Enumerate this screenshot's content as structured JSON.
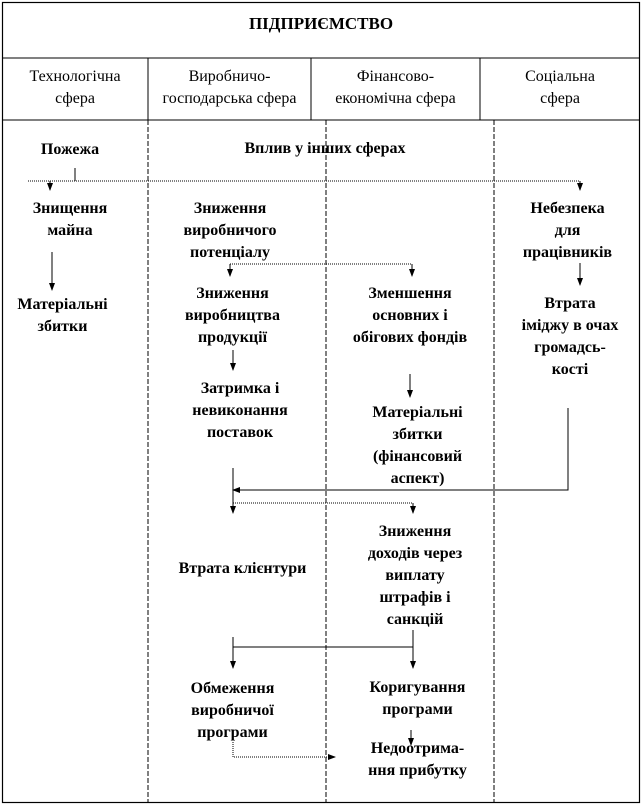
{
  "title": "ПІДПРИЄМСТВО",
  "headers": [
    {
      "l1": "Технологічна",
      "l2": "сфера"
    },
    {
      "l1": "Виробничо-",
      "l2": "господарська сфера"
    },
    {
      "l1": "Фінансово-",
      "l2": "економічна сфера"
    },
    {
      "l1": "Соціальна",
      "l2": "сфера"
    }
  ],
  "nodes": {
    "fire": "Пожежа",
    "influence": "Вплив у інших сферах",
    "destruction": {
      "l1": "Знищення",
      "l2": "майна"
    },
    "material_losses": {
      "l1": "Матеріальні",
      "l2": "збитки"
    },
    "potential_decrease": {
      "l1": "Зниження",
      "l2": "виробничого",
      "l3": "потенціалу"
    },
    "production_decrease": {
      "l1": "Зниження",
      "l2": "виробництва",
      "l3": "продукції"
    },
    "delay": {
      "l1": "Затримка і",
      "l2": "невиконання",
      "l3": "поставок"
    },
    "client_loss": "Втрата клієнтури",
    "program_limit": {
      "l1": "Обмеження",
      "l2": "виробничої",
      "l3": "програми"
    },
    "funds_decrease": {
      "l1": "Зменшення",
      "l2": "основних і",
      "l3": "обігових фондів"
    },
    "material_fin": {
      "l1": "Матеріальні",
      "l2": "збитки",
      "l3": "(фінансовий",
      "l4": "аспект)"
    },
    "income_decrease": {
      "l1": "Зниження",
      "l2": "доходів через",
      "l3": "виплату",
      "l4": "штрафів і",
      "l5": "санкцій"
    },
    "program_correction": {
      "l1": "Коригування",
      "l2": "програми"
    },
    "profit_shortfall": {
      "l1": "Недоотрима-",
      "l2": "ння прибутку"
    },
    "danger": {
      "l1": "Небезпека",
      "l2": "для",
      "l3": "працівників"
    },
    "image_loss": {
      "l1": "Втрата",
      "l2": "іміджу в очах",
      "l3": "громадсь-",
      "l4": "кості"
    }
  }
}
